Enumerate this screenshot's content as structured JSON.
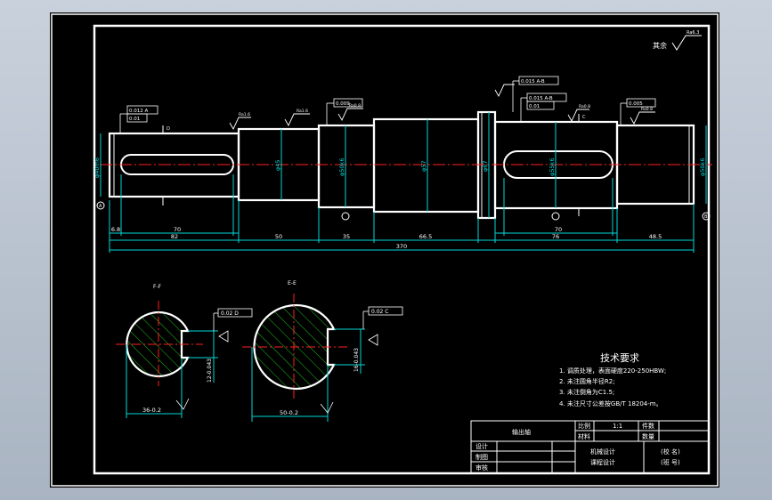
{
  "colors": {
    "background": "#000000",
    "outline": "#ffffff",
    "dimension": "#00d7d7",
    "centerline": "#ff2020",
    "hatch": "#20c020",
    "text": "#ffffff"
  },
  "drawing": {
    "roughness_note": "其余",
    "roughness_note_value": "Ra6.3",
    "shaft_roughness": "Ra1.6",
    "shaft_roughness_b": "Ra0.8",
    "tolerances": {
      "left_1": "0.012 A",
      "left_2": "0.01",
      "mid": "0.009",
      "flange": "0.015 A-B",
      "right_1": "0.015 A-B",
      "right_2": "0.01",
      "right_end": "0.005"
    },
    "diameters": {
      "d1": "φ40m6",
      "d2": "φ45",
      "d3": "φ50k6",
      "d4": "φ57",
      "d5": "φ67",
      "d6": "φ55k6",
      "d7": "φ50k6"
    },
    "dims": {
      "d_68": "6.8",
      "d_70a": "70",
      "d_82": "82",
      "d_50": "50",
      "d_35": "35",
      "d_665": "66.5",
      "d_70b": "70",
      "d_76": "76",
      "d_485": "48.5",
      "total": "370"
    },
    "section_labels": {
      "left": "F-F",
      "right": "E-E"
    },
    "section_dims": {
      "left_width": "36-0.2",
      "left_key": "12-0.043",
      "left_sym": "0.02 D",
      "right_width": "50-0.2",
      "right_key": "16-0.043",
      "right_sym": "0.02 C"
    },
    "datums": {
      "a": "A",
      "b": "B",
      "c": "C",
      "d": "D"
    }
  },
  "notes": {
    "title": "技术要求",
    "items": [
      "1. 调质处理，表面硬度220-250HBW;",
      "2. 未注圆角半径R2;",
      "3. 未注倒角为C1.5;",
      "4. 未注尺寸公差按GB/T 18204-m。"
    ]
  },
  "title_block": {
    "part_name": "输出轴",
    "scale_label": "比例",
    "scale_value": "1:1",
    "material_label": "材料",
    "quantity_label": "件数",
    "weight_label": "数量",
    "designer_label": "设计",
    "drawer_label": "制图",
    "checker_label": "审核",
    "course_line1": "机械设计",
    "course_line2": "课程设计",
    "school": "(校 名)",
    "class_label": "(班 号)"
  }
}
